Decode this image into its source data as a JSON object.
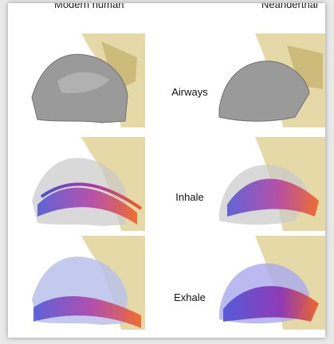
{
  "columns": {
    "left": "Modern human",
    "right": "Neanderthal"
  },
  "rows": [
    {
      "label": "Airways"
    },
    {
      "label": "Inhale"
    },
    {
      "label": "Exhale"
    }
  ],
  "colors": {
    "bone": "#e6d9a8",
    "bone_shadow": "#b9a66a",
    "airway": "#9a9a9a",
    "flow_cool": "#4b4fd6",
    "flow_warm": "#f05a1e"
  }
}
